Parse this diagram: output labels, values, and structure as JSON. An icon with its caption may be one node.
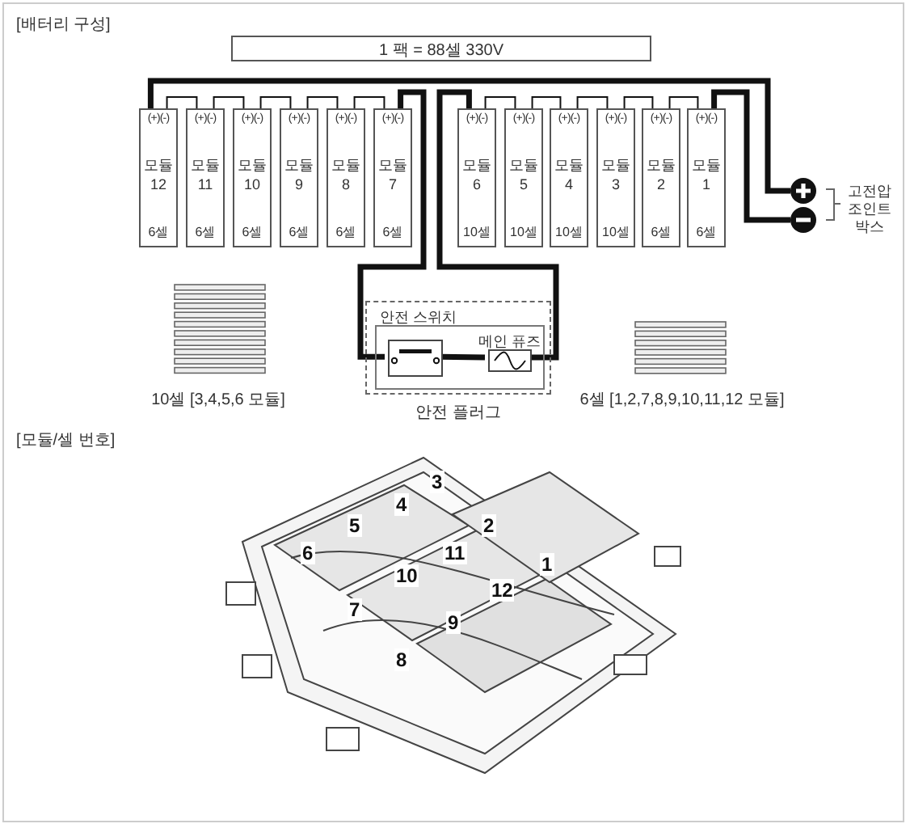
{
  "diagram": {
    "title": "[배터리 구성]",
    "nodes": [
      {
        "text": [
          "1 팩 = 88셀 330V"
        ]
      },
      {
        "text": [
          "(+)(-)",
          "모듈 12",
          "6셀"
        ]
      },
      {
        "text": [
          "(+)(-)",
          "모듈 11",
          "6셀"
        ]
      },
      {
        "text": [
          "(+)(-)",
          "모듈 10",
          "6셀"
        ]
      },
      {
        "text": [
          "(+)(-)",
          "모듈 9",
          "6셀"
        ]
      },
      {
        "text": [
          "(+)(-)",
          "모듈 8",
          "6셀"
        ]
      },
      {
        "text": [
          "(+)(-)",
          "모듈 7",
          "6셀"
        ]
      },
      {
        "text": [
          "(+)(-)",
          "모듈 6",
          "10셀"
        ]
      },
      {
        "text": [
          "(+)(-)",
          "모듈 5",
          "10셀"
        ]
      },
      {
        "text": [
          "(+)(-)",
          "모듈 4",
          "10셀"
        ]
      },
      {
        "text": [
          "(+)(-)",
          "모듈 3",
          "10셀"
        ]
      },
      {
        "text": [
          "(+)(-)",
          "모듈 2",
          "6셀"
        ]
      },
      {
        "text": [
          "(+)(-)",
          "모듈 1",
          "6셀"
        ]
      },
      {
        "text": [],
        "shape": "circle"
      },
      {
        "text": [],
        "shape": "circle"
      },
      {
        "text": [
          "안전 플러그"
        ]
      },
      {
        "text": [
          "안전 스위치"
        ],
        "in": 15
      },
      {
        "text": [],
        "shape": "box",
        "in": 16
      },
      {
        "text": [
          "메인 퓨즈"
        ],
        "in": 16
      }
    ],
    "edges": [
      {
        "from": 1,
        "to": 13,
        "arrow": "none",
        "style": "thick"
      },
      {
        "from": 12,
        "to": 14,
        "arrow": "none",
        "style": "thick"
      },
      {
        "from": 6,
        "to": 17,
        "arrow": "none",
        "style": "thick"
      },
      {
        "from": 7,
        "to": 18,
        "arrow": "none",
        "style": "thick"
      },
      {
        "from": 17,
        "to": 18,
        "arrow": "none",
        "style": "thick"
      },
      {
        "from": 1,
        "to": 2,
        "arrow": "none"
      },
      {
        "from": 2,
        "to": 3,
        "arrow": "none"
      },
      {
        "from": 3,
        "to": 4,
        "arrow": "none"
      },
      {
        "from": 4,
        "to": 5,
        "arrow": "none"
      },
      {
        "from": 5,
        "to": 6,
        "arrow": "none"
      },
      {
        "from": 7,
        "to": 8,
        "arrow": "none"
      },
      {
        "from": 8,
        "to": 9,
        "arrow": "none"
      },
      {
        "from": 9,
        "to": 10,
        "arrow": "none"
      },
      {
        "from": 10,
        "to": 11,
        "arrow": "none"
      },
      {
        "from": 11,
        "to": 12,
        "arrow": "none"
      }
    ],
    "labels": [
      "고전압 조인트 박스",
      "10셀 [3,4,5,6 모듈]",
      "6셀 [1,2,7,8,9,10,11,12 모듈]",
      "[모듈/셀 번호]",
      "3",
      "4",
      "5",
      "2",
      "6",
      "11",
      "1",
      "10",
      "12",
      "7",
      "9",
      "8"
    ]
  }
}
